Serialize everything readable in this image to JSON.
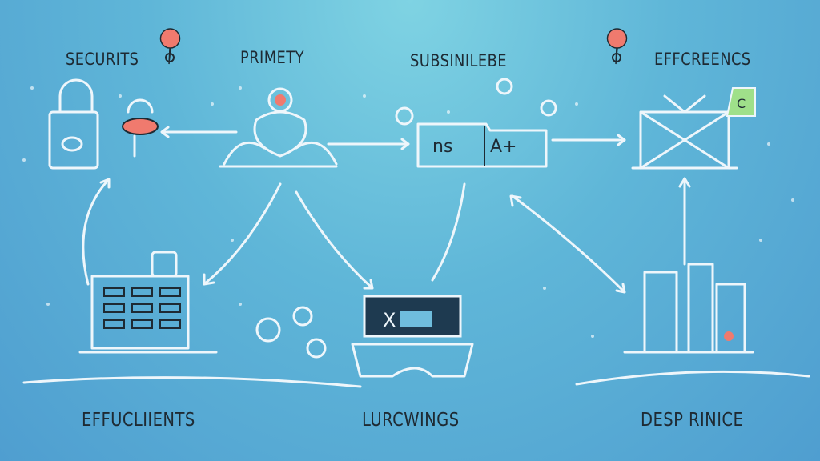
{
  "labels": {
    "top": [
      "SECURITS",
      "PRIMETY",
      "SUBSINILEBE",
      "EFFCREENCS"
    ],
    "bottom": [
      "EFFUCLIIENTS",
      "LURCWINGS",
      "DESP RINICE"
    ]
  },
  "book_text": {
    "left": "ns",
    "right": "A+"
  },
  "laptop_text": "X",
  "colors": {
    "background": "#5fb6d8",
    "sketch": "#eef6fb",
    "ink": "#1e2a33",
    "accent_red": "#f07a6e"
  }
}
